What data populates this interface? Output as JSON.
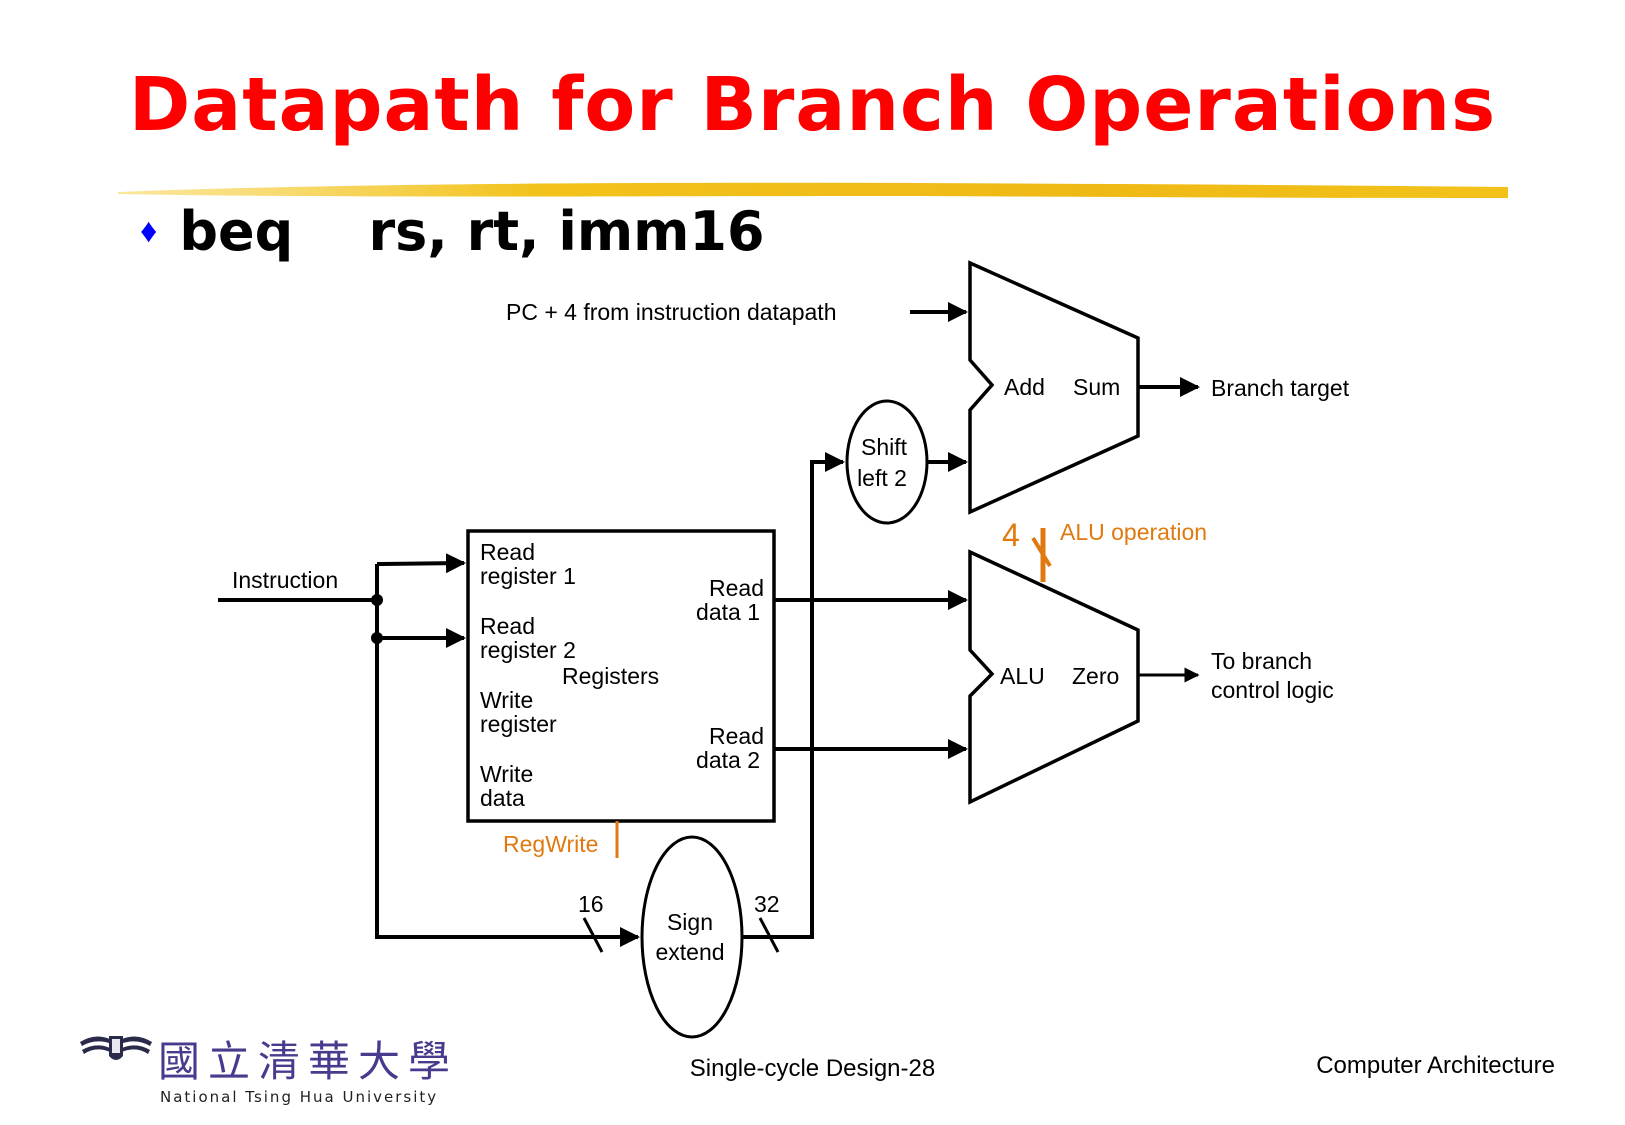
{
  "slide": {
    "title": "Datapath for Branch Operations",
    "bullet": "beq    rs, rt, imm16",
    "colors": {
      "title": "#ff0000",
      "bullet": "#0000ff",
      "control": "#e07a10",
      "underline": "#f2c21b",
      "logo": "#4a3a8e"
    }
  },
  "diagram": {
    "adder": {
      "label": "Add",
      "output_label": "Sum"
    },
    "pc_input": "PC + 4 from instruction datapath",
    "branch_target": "Branch target",
    "shift": {
      "line1": "Shift",
      "line2": "left 2"
    },
    "instruction": "Instruction",
    "registers": {
      "title": "Registers",
      "read_reg1": [
        "Read",
        "register 1"
      ],
      "read_reg2": [
        "Read",
        "register 2"
      ],
      "write_reg": [
        "Write",
        "register"
      ],
      "write_data": [
        "Write",
        "data"
      ],
      "read_data1": [
        "Read",
        "data 1"
      ],
      "read_data2": [
        "Read",
        "data 2"
      ]
    },
    "alu": {
      "label": "ALU",
      "output_label": "Zero"
    },
    "alu_op": {
      "bits": "4",
      "label": "ALU operation"
    },
    "to_branch": [
      "To branch",
      "control logic"
    ],
    "regwrite": "RegWrite",
    "sign_extend": {
      "line1": "Sign",
      "line2": "extend",
      "in_bits": "16",
      "out_bits": "32"
    }
  },
  "footer": {
    "center": "Single-cycle Design-28",
    "right": "Computer Architecture",
    "logo_cn": "國立清華大學",
    "logo_en": "National Tsing Hua University"
  }
}
